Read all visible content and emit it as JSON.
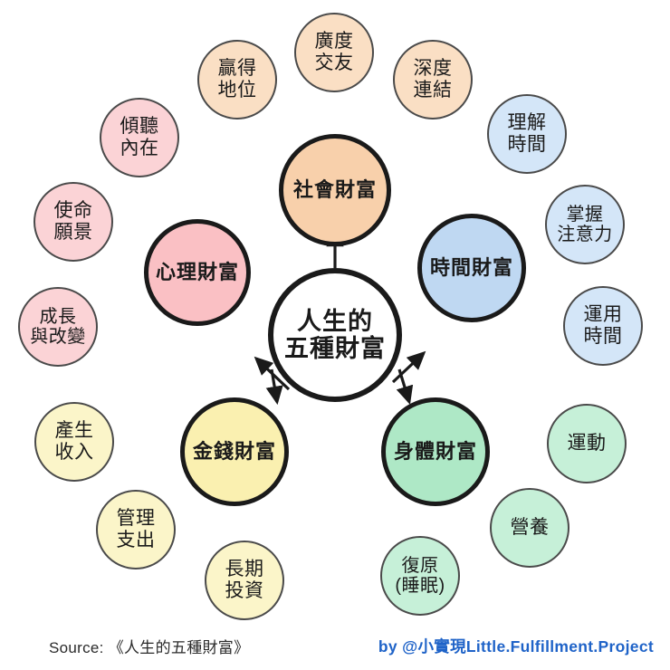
{
  "diagram": {
    "title": "人生的五種財富",
    "hub": {
      "label": "人生的\n五種財富"
    },
    "colors": {
      "social_fill": "#F8D0AB",
      "social_sat_fill": "#FADFC4",
      "mental_fill": "#FAC0C4",
      "mental_sat_fill": "#FBD3D6",
      "time_fill": "#BFD8F2",
      "time_sat_fill": "#D4E6F8",
      "money_fill": "#FAF0B0",
      "money_sat_fill": "#FBF5C9",
      "body_fill": "#AEE8C6",
      "body_sat_fill": "#C6F0D8",
      "outline": "#1a1a1a",
      "sat_outline": "#4a4a4a",
      "credit_blue": "#1F63C8"
    },
    "pillars": [
      {
        "id": "social",
        "label": "社會財富"
      },
      {
        "id": "mental",
        "label": "心理財富"
      },
      {
        "id": "time",
        "label": "時間財富"
      },
      {
        "id": "money",
        "label": "金錢財富"
      },
      {
        "id": "body",
        "label": "身體財富"
      }
    ],
    "satellites": {
      "social": [
        {
          "label": "贏得\n地位"
        },
        {
          "label": "廣度\n交友"
        },
        {
          "label": "深度\n連結"
        }
      ],
      "mental": [
        {
          "label": "傾聽\n內在"
        },
        {
          "label": "使命\n願景"
        },
        {
          "label": "成長\n與改變"
        }
      ],
      "time": [
        {
          "label": "理解\n時間"
        },
        {
          "label": "掌握\n注意力"
        },
        {
          "label": "運用\n時間"
        }
      ],
      "money": [
        {
          "label": "產生\n收入"
        },
        {
          "label": "管理\n支出"
        },
        {
          "label": "長期\n投資"
        }
      ],
      "body": [
        {
          "label": "運動"
        },
        {
          "label": "營養"
        },
        {
          "label": "復原\n(睡眠)"
        }
      ]
    }
  },
  "footer": {
    "source": "Source: 《人生的五種財富》",
    "credit": "by @小實現Little.Fulfillment.Project"
  }
}
